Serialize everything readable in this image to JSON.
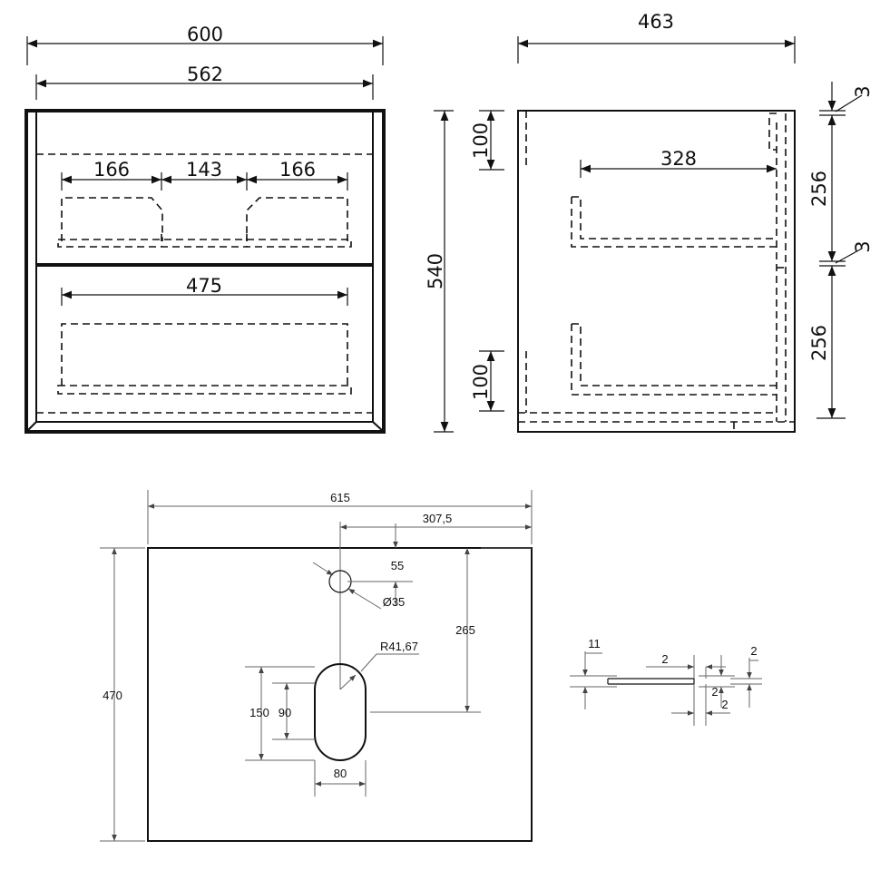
{
  "front_view": {
    "overall_width": "600",
    "inner_width": "562",
    "drawer_gap_left": "166",
    "drawer_gap_mid": "143",
    "drawer_gap_right": "166",
    "bottom_drawer_width": "475",
    "height": "540"
  },
  "side_view": {
    "depth": "463",
    "top_rail": "100",
    "bottom_rail": "100",
    "drawer_depth": "328",
    "upper_drawer": "256",
    "lower_drawer": "256",
    "gap_top": "3",
    "gap_mid": "3"
  },
  "top_view": {
    "width": "615",
    "half_width": "307,5",
    "depth": "470",
    "tap_hole_offset": "55",
    "tap_hole_diameter": "Ø35",
    "basin_center_offset": "265",
    "basin_radius": "R41,67",
    "basin_length": "150",
    "basin_straight": "90",
    "basin_width": "80"
  },
  "profile_detail": {
    "thickness": "11",
    "groove_a": "2",
    "groove_b": "2",
    "groove_c": "2",
    "groove_d": "2"
  }
}
